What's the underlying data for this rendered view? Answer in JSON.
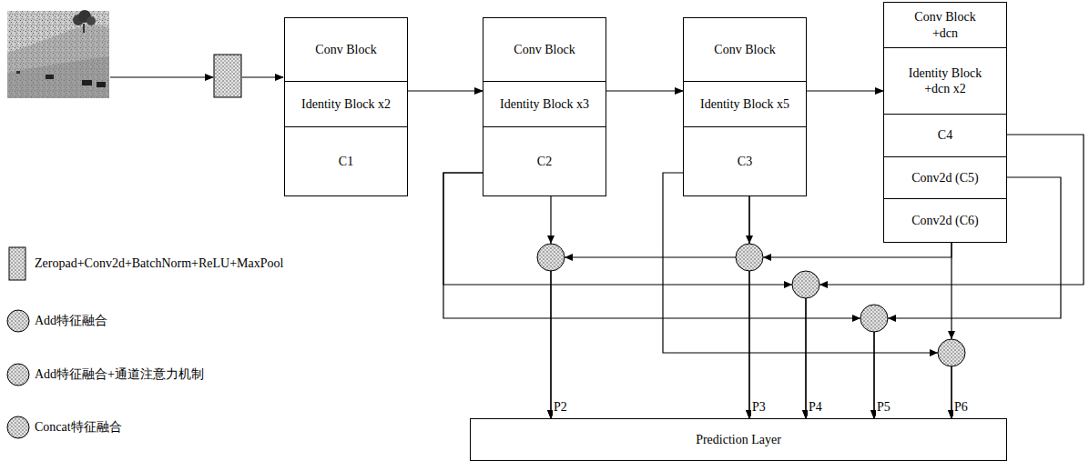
{
  "diagram": {
    "nodes": [
      {
        "text": [
          "Conv Block",
          "Identity Block x2",
          "C1"
        ]
      },
      {
        "text": [
          "Conv Block",
          "Identity Block x3",
          "C2"
        ]
      },
      {
        "text": [
          "Conv Block",
          "Identity Block x5",
          "C3"
        ]
      },
      {
        "text": [
          "Conv Block +dcn",
          "Identity Block +dcn x2",
          "C4",
          "Conv2d (C5)",
          "Conv2d (C6)"
        ]
      },
      {
        "text": [
          "Prediction Layer"
        ]
      }
    ],
    "edges": [
      {
        "from": 0,
        "to": 1,
        "arrow": "to"
      },
      {
        "from": 1,
        "to": 2,
        "arrow": "to"
      },
      {
        "from": 2,
        "to": 3,
        "arrow": "to"
      },
      {
        "from": 1,
        "to": 4,
        "arrow": "to",
        "label": "P2"
      },
      {
        "from": 2,
        "to": 4,
        "arrow": "to",
        "label": "P3"
      },
      {
        "from": 3,
        "to": 4,
        "arrow": "to",
        "label": "P4"
      },
      {
        "from": 3,
        "to": 4,
        "arrow": "to",
        "label": "P5"
      },
      {
        "from": 3,
        "to": 4,
        "arrow": "to",
        "label": "P6"
      },
      {
        "from": 2,
        "to": 4,
        "arrow": "to"
      },
      {
        "from": 1,
        "to": 4,
        "arrow": "to"
      },
      {
        "from": 1,
        "to": 4,
        "arrow": "to"
      },
      {
        "from": 2,
        "to": 4,
        "arrow": "to"
      },
      {
        "from": 3,
        "to": 4,
        "arrow": "to"
      }
    ],
    "legend": [
      {
        "text": "Zeropad+Conv2d+BatchNorm+ReLU+MaxPool"
      },
      {
        "text": "Add特征融合"
      },
      {
        "text": "Add特征融合+通道注意力机制"
      },
      {
        "text": "Concat特征融合"
      }
    ]
  }
}
